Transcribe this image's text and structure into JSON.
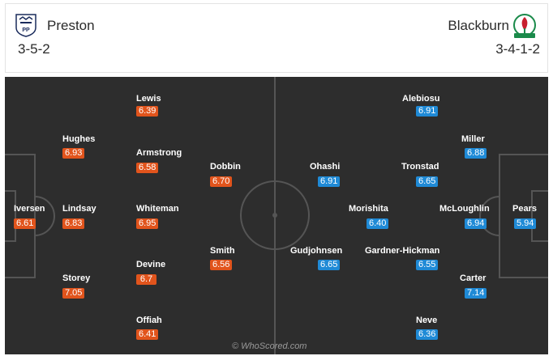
{
  "home": {
    "name": "Preston",
    "formation": "3-5-2",
    "color": "#e1541c",
    "crest_icon": "preston-crest-icon",
    "players": [
      {
        "name": "Lewis",
        "rating": "6.39"
      },
      {
        "name": "Hughes",
        "rating": "6.93"
      },
      {
        "name": "Armstrong",
        "rating": "6.58"
      },
      {
        "name": "Dobbin",
        "rating": "6.70"
      },
      {
        "name": "Iversen",
        "rating": "6.61"
      },
      {
        "name": "Lindsay",
        "rating": "6.83"
      },
      {
        "name": "Whiteman",
        "rating": "6.95"
      },
      {
        "name": "Smith",
        "rating": "6.56"
      },
      {
        "name": "Devine",
        "rating": "6.7"
      },
      {
        "name": "Storey",
        "rating": "7.05"
      },
      {
        "name": "Offiah",
        "rating": "6.41"
      }
    ]
  },
  "away": {
    "name": "Blackburn",
    "formation": "3-4-1-2",
    "color": "#1f8ad6",
    "crest_icon": "blackburn-crest-icon",
    "players": [
      {
        "name": "Alebiosu",
        "rating": "6.91"
      },
      {
        "name": "Miller",
        "rating": "6.88"
      },
      {
        "name": "Ohashi",
        "rating": "6.91"
      },
      {
        "name": "Tronstad",
        "rating": "6.65"
      },
      {
        "name": "Morishita",
        "rating": "6.40"
      },
      {
        "name": "McLoughlin",
        "rating": "6.94"
      },
      {
        "name": "Pears",
        "rating": "5.94"
      },
      {
        "name": "Gudjohnsen",
        "rating": "6.65"
      },
      {
        "name": "Gardner-Hickman",
        "rating": "6.55"
      },
      {
        "name": "Carter",
        "rating": "7.14"
      },
      {
        "name": "Neve",
        "rating": "6.36"
      }
    ]
  },
  "watermark": "© WhoScored.com"
}
